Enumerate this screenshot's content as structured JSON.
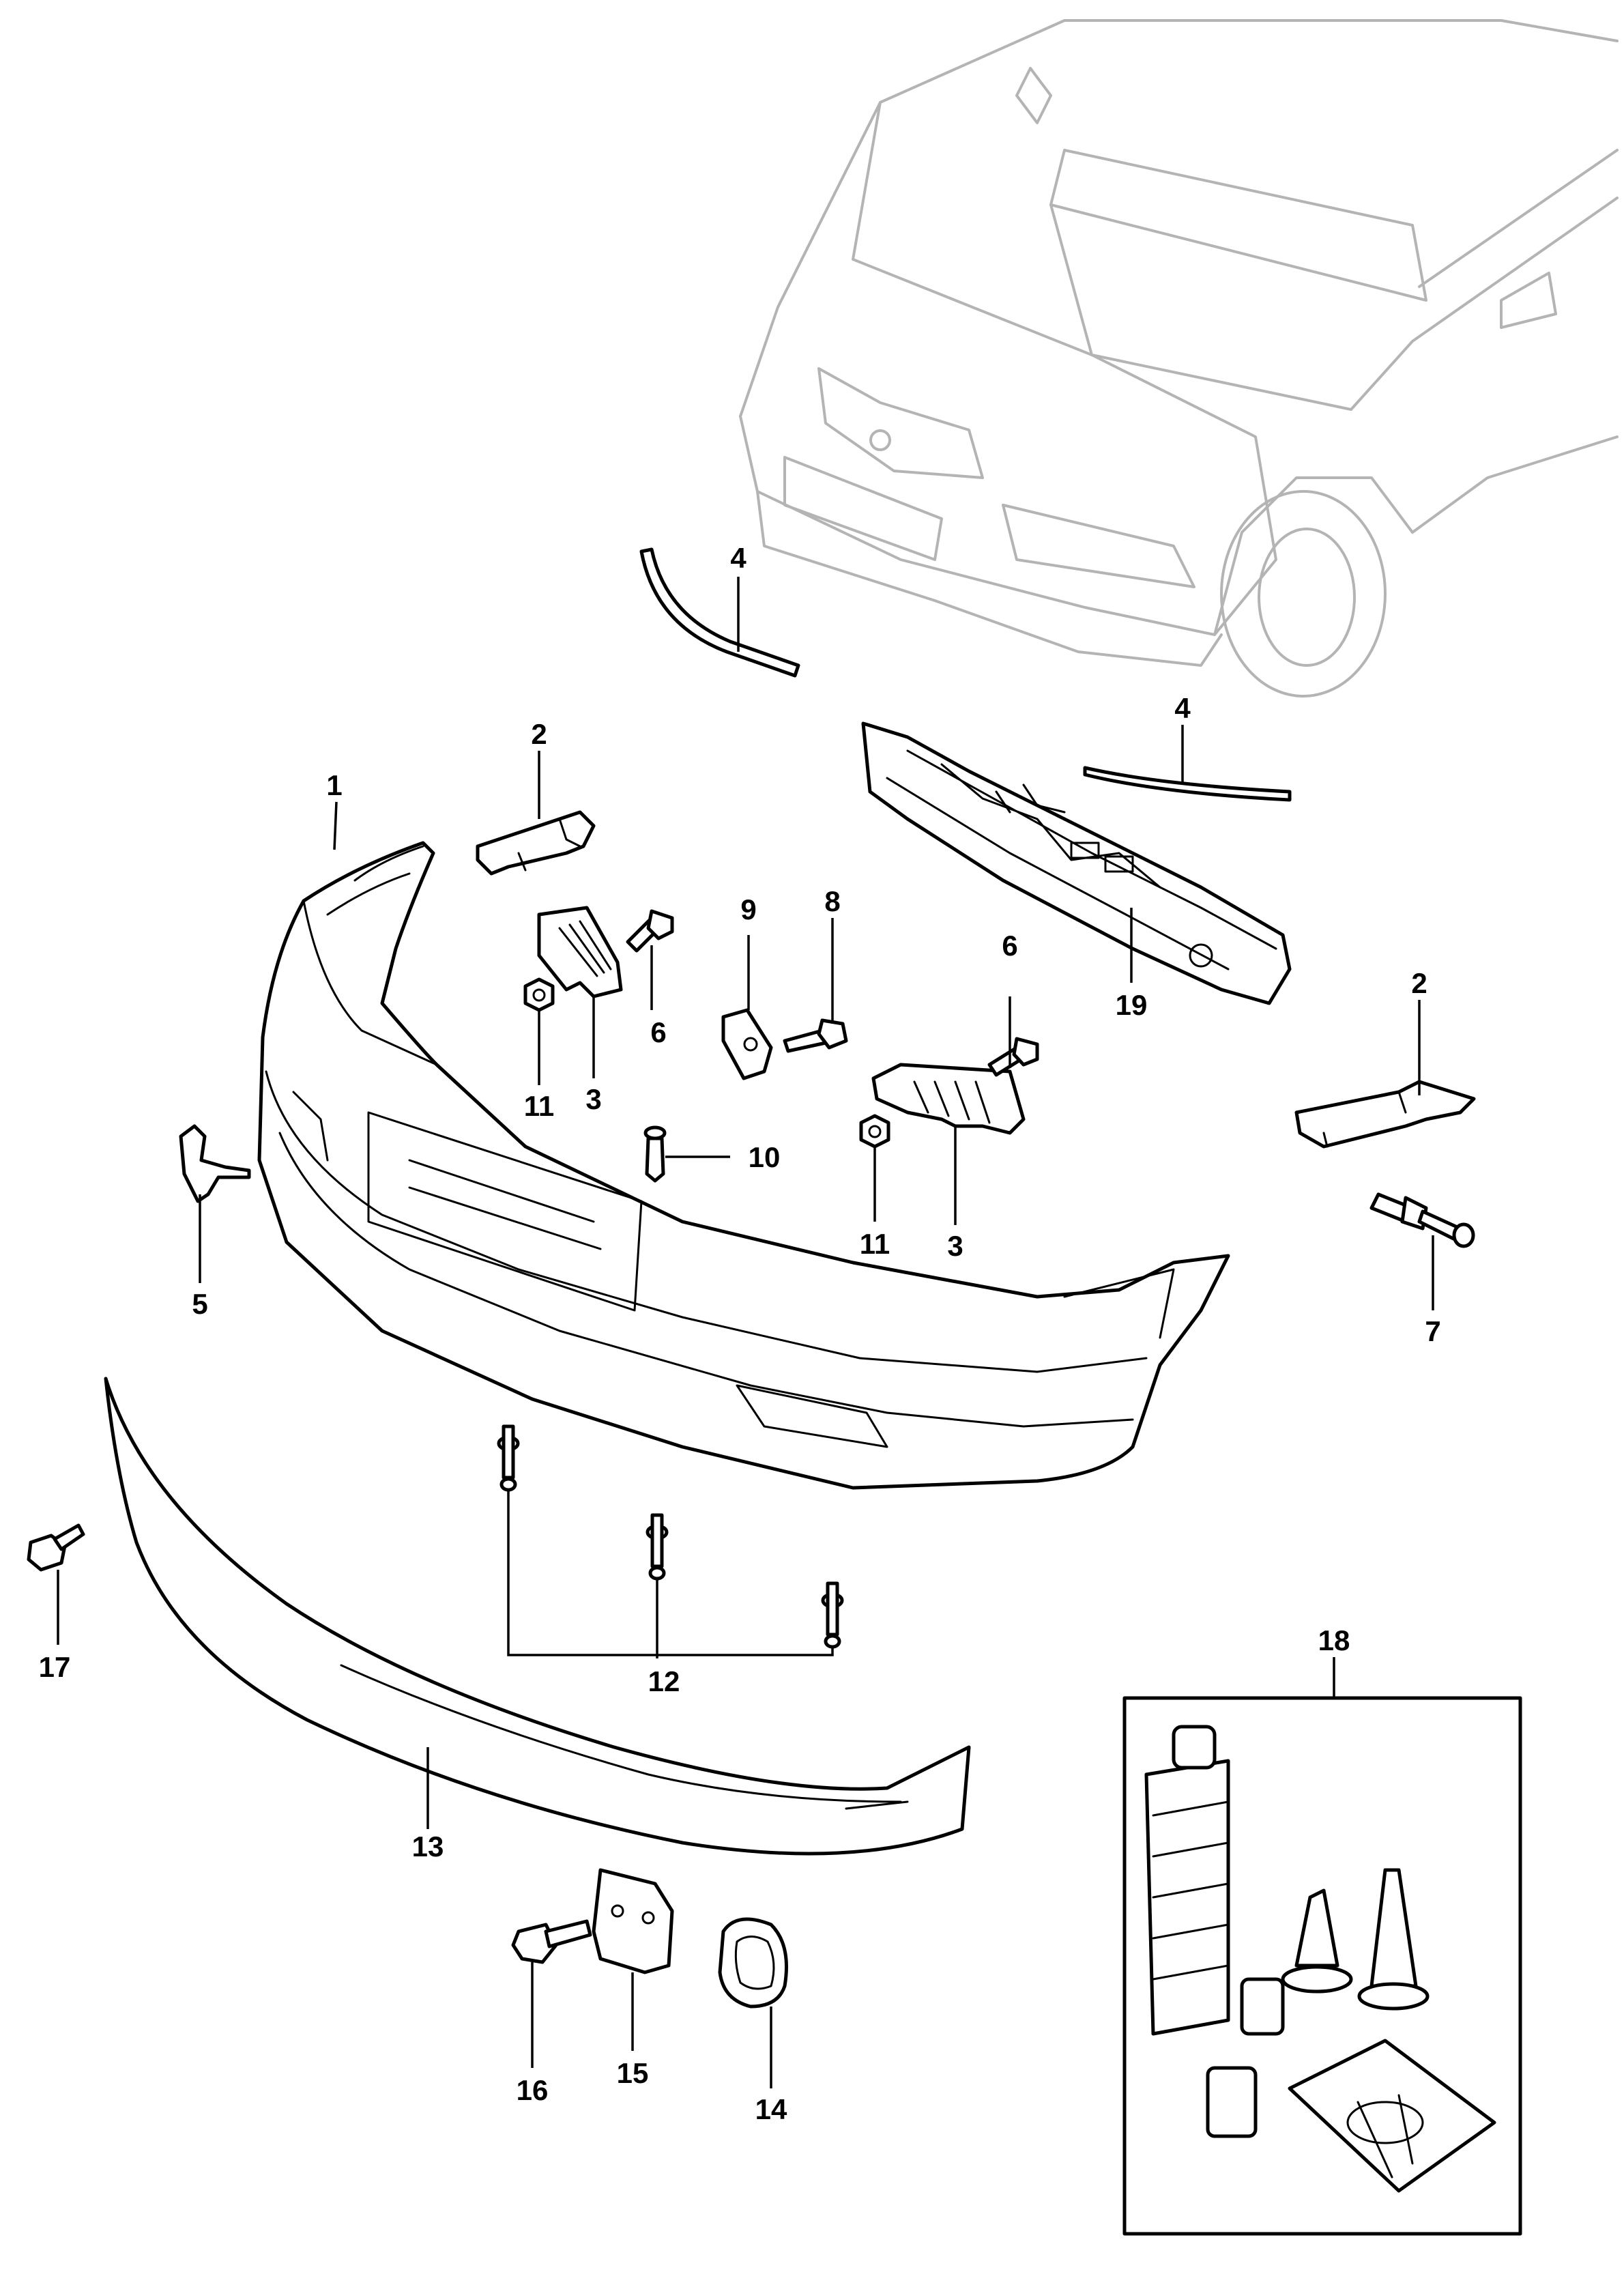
{
  "diagram": {
    "callouts": [
      {
        "id": "c1",
        "text": "1"
      },
      {
        "id": "c2a",
        "text": "2"
      },
      {
        "id": "c2b",
        "text": "2"
      },
      {
        "id": "c3a",
        "text": "3"
      },
      {
        "id": "c3b",
        "text": "3"
      },
      {
        "id": "c4a",
        "text": "4"
      },
      {
        "id": "c4b",
        "text": "4"
      },
      {
        "id": "c5",
        "text": "5"
      },
      {
        "id": "c6a",
        "text": "6"
      },
      {
        "id": "c6b",
        "text": "6"
      },
      {
        "id": "c7",
        "text": "7"
      },
      {
        "id": "c8",
        "text": "8"
      },
      {
        "id": "c9",
        "text": "9"
      },
      {
        "id": "c10",
        "text": "10"
      },
      {
        "id": "c11a",
        "text": "11"
      },
      {
        "id": "c11b",
        "text": "11"
      },
      {
        "id": "c12",
        "text": "12"
      },
      {
        "id": "c13",
        "text": "13"
      },
      {
        "id": "c14",
        "text": "14"
      },
      {
        "id": "c15",
        "text": "15"
      },
      {
        "id": "c16",
        "text": "16"
      },
      {
        "id": "c17",
        "text": "17"
      },
      {
        "id": "c18",
        "text": "18"
      },
      {
        "id": "c19",
        "text": "19"
      }
    ],
    "colors": {
      "line": "#000000",
      "car_outline": "#b4b4b4",
      "background": "#ffffff"
    }
  }
}
